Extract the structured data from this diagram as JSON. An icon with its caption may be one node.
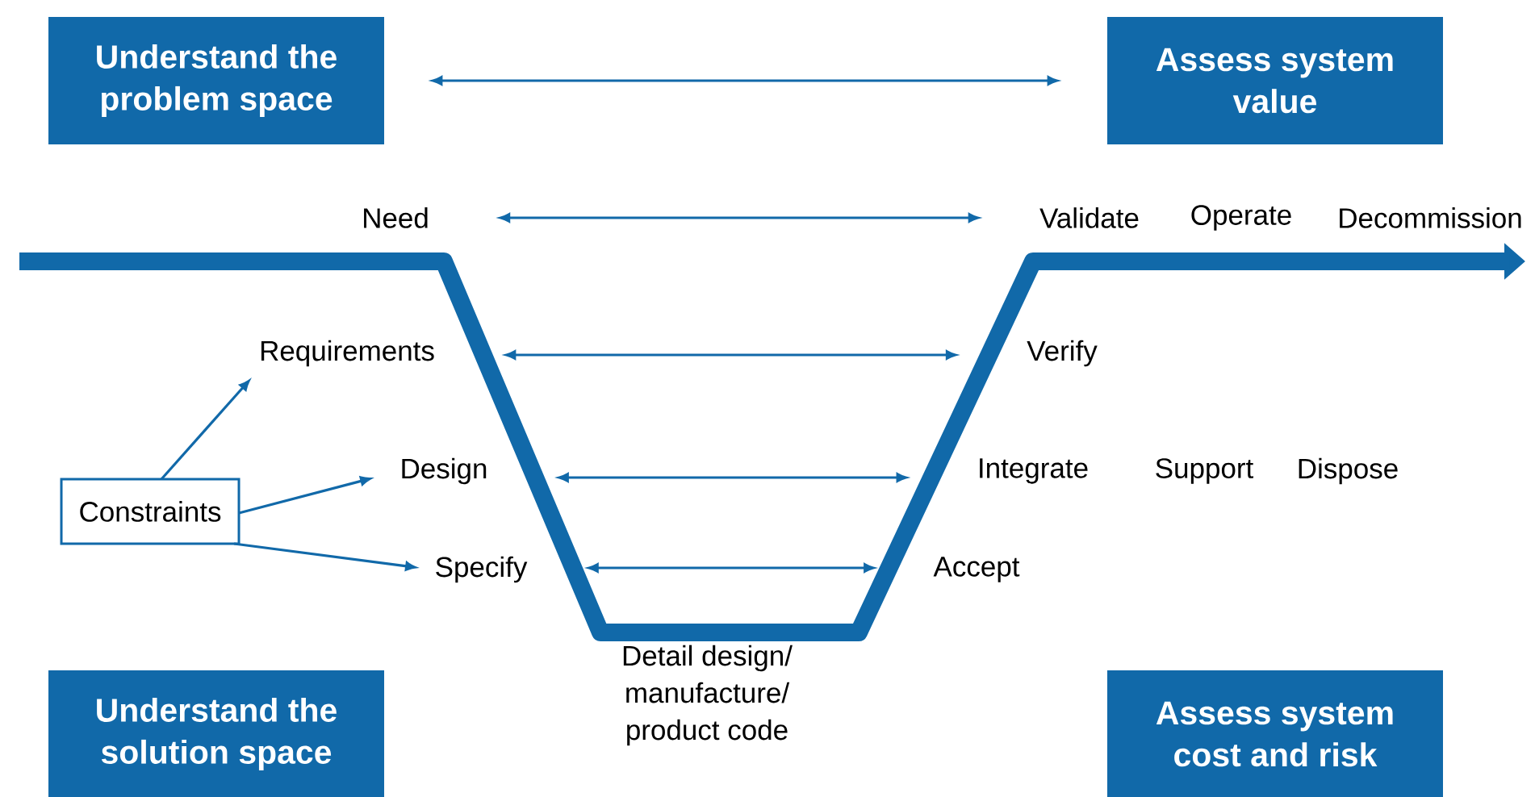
{
  "diagram": {
    "nodes": [
      {
        "text": [
          "Understand the problem space"
        ]
      },
      {
        "text": [
          "Assess system value"
        ]
      },
      {
        "text": [
          "Need"
        ]
      },
      {
        "text": [
          "Validate"
        ]
      },
      {
        "text": [
          "Operate"
        ]
      },
      {
        "text": [
          "Decommission"
        ]
      },
      {
        "text": [
          "Requirements"
        ]
      },
      {
        "text": [
          "Verify"
        ]
      },
      {
        "text": [
          "Constraints"
        ]
      },
      {
        "text": [
          "Design"
        ]
      },
      {
        "text": [
          "Integrate"
        ]
      },
      {
        "text": [
          "Support"
        ]
      },
      {
        "text": [
          "Dispose"
        ]
      },
      {
        "text": [
          "Specify"
        ]
      },
      {
        "text": [
          "Accept"
        ]
      },
      {
        "text": [
          "Detail design/ manufacture/ product code"
        ]
      },
      {
        "text": [
          "Understand the solution space"
        ]
      },
      {
        "text": [
          "Assess system cost and risk"
        ]
      }
    ],
    "edges": [
      {
        "from": 0,
        "to": 1,
        "arrow": "both"
      },
      {
        "from": 2,
        "to": 3,
        "arrow": "both"
      },
      {
        "from": 6,
        "to": 7,
        "arrow": "both"
      },
      {
        "from": 9,
        "to": 10,
        "arrow": "both"
      },
      {
        "from": 13,
        "to": 14,
        "arrow": "both"
      },
      {
        "from": 8,
        "to": 6,
        "arrow": "to"
      },
      {
        "from": 8,
        "to": 9,
        "arrow": "to"
      },
      {
        "from": 8,
        "to": 13,
        "arrow": "to"
      }
    ]
  }
}
